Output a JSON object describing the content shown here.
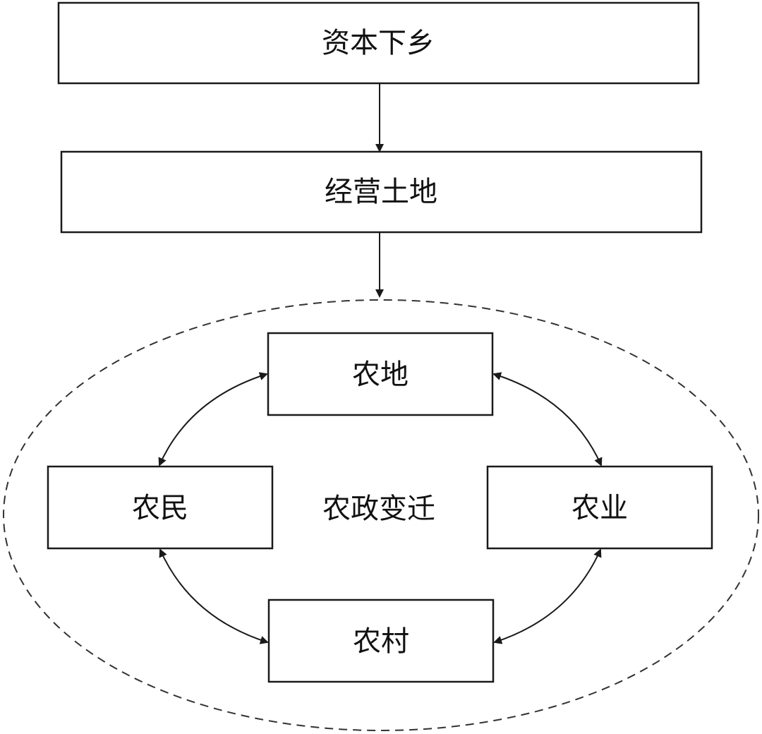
{
  "diagram": {
    "top_box": "资本下乡",
    "second_box": "经营土地",
    "center_label": "农政变迁",
    "nodes": {
      "land": "农地",
      "peasants": "农民",
      "agriculture": "农业",
      "village": "农村"
    }
  },
  "colors": {
    "stroke": "#1a1a1a",
    "background": "#ffffff"
  }
}
